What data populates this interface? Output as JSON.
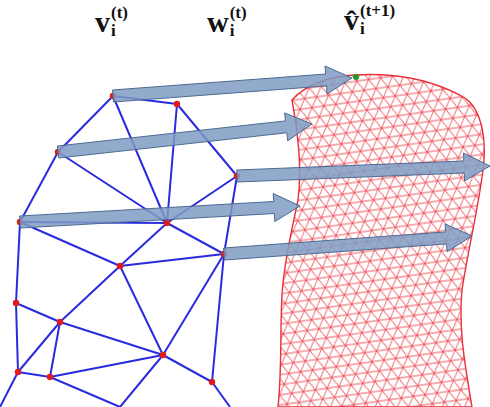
{
  "diagram": {
    "labels": [
      "v",
      "i",
      "(t)",
      "w",
      "i",
      "(t)",
      "v̂",
      "i",
      "(t+1)"
    ]
  }
}
